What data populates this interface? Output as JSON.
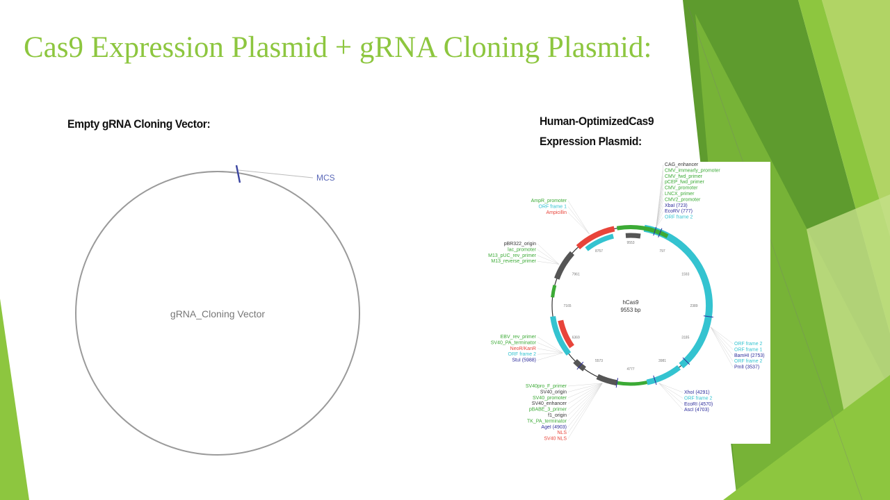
{
  "slide": {
    "title": "Cas9 Expression Plasmid + gRNA Cloning Plasmid:",
    "left_caption": "Empty gRNA Cloning Vector:",
    "right_caption_line1": "Human-OptimizedCas9",
    "right_caption_line2": "Expression Plasmid:"
  },
  "colors": {
    "title": "#8DC63F",
    "accent_green": "#8DC63F",
    "dark_green": "#5E9B2E",
    "cyan_feature": "#34C3D0",
    "red_feature": "#E8443A",
    "green_feature": "#3BAA35",
    "gray_feature": "#555555",
    "enzyme_blue": "#2B2B9B"
  },
  "empty_vector": {
    "name": "gRNA_Cloning Vector",
    "mcs_label": "MCS"
  },
  "hcas9": {
    "name": "hCas9",
    "size": "9553 bp",
    "tick_labels": [
      "9553",
      "797",
      "1593",
      "2389",
      "3185",
      "3981",
      "4777",
      "5573",
      "6369",
      "7165",
      "7961",
      "8757"
    ],
    "labels_top_right": [
      {
        "text": "CAG_enhancer",
        "color": "#333333"
      },
      {
        "text": "CMV_immearly_promoter",
        "color": "#3BAA35"
      },
      {
        "text": "CMV_fwd_primer",
        "color": "#3BAA35"
      },
      {
        "text": "pCEP_fwd_primer",
        "color": "#3BAA35"
      },
      {
        "text": "CMV_promoter",
        "color": "#3BAA35"
      },
      {
        "text": "LNCX_primer",
        "color": "#3BAA35"
      },
      {
        "text": "CMV2_promoter",
        "color": "#3BAA35"
      },
      {
        "text": "XbaI (723)",
        "color": "#2B2B9B"
      },
      {
        "text": "EcoRV (777)",
        "color": "#2B2B9B"
      },
      {
        "text": "ORF frame 2",
        "color": "#34C3D0"
      }
    ],
    "labels_top_left": [
      {
        "text": "AmpR_promoter",
        "color": "#3BAA35"
      },
      {
        "text": "ORF frame 1",
        "color": "#34C3D0"
      },
      {
        "text": "Ampicillin",
        "color": "#E8443A"
      }
    ],
    "labels_mid_left": [
      {
        "text": "pBR322_origin",
        "color": "#333333"
      },
      {
        "text": "lac_promoter",
        "color": "#3BAA35"
      },
      {
        "text": "M13_pUC_rev_primer",
        "color": "#3BAA35"
      },
      {
        "text": "M13_reverse_primer",
        "color": "#3BAA35"
      }
    ],
    "labels_lower_left": [
      {
        "text": "EBV_rev_primer",
        "color": "#3BAA35"
      },
      {
        "text": "SV40_PA_terminator",
        "color": "#3BAA35"
      },
      {
        "text": "NeoR/KanR",
        "color": "#E8443A"
      },
      {
        "text": "ORF frame 2",
        "color": "#34C3D0"
      },
      {
        "text": "StuI (5988)",
        "color": "#2B2B9B"
      }
    ],
    "labels_right": [
      {
        "text": "ORF frame 2",
        "color": "#34C3D0"
      },
      {
        "text": "ORF frame 1",
        "color": "#34C3D0"
      },
      {
        "text": "BamHI (2753)",
        "color": "#2B2B9B"
      },
      {
        "text": "ORF frame 2",
        "color": "#34C3D0"
      },
      {
        "text": "PmlI (3537)",
        "color": "#2B2B9B"
      }
    ],
    "labels_bottom_left": [
      {
        "text": "SV40pro_F_primer",
        "color": "#3BAA35"
      },
      {
        "text": "SV40_origin",
        "color": "#333333"
      },
      {
        "text": "SV40_promoter",
        "color": "#3BAA35"
      },
      {
        "text": "SV40_enhancer",
        "color": "#333333"
      },
      {
        "text": "pBABE_3_primer",
        "color": "#3BAA35"
      },
      {
        "text": "f1_origin",
        "color": "#333333"
      },
      {
        "text": "TK_PA_terminator",
        "color": "#3BAA35"
      },
      {
        "text": "AgeI (4903)",
        "color": "#2B2B9B"
      },
      {
        "text": "NLS",
        "color": "#E8443A"
      },
      {
        "text": "SV40 NLS",
        "color": "#E8443A"
      }
    ],
    "labels_bottom_right": [
      {
        "text": "XhoI (4291)",
        "color": "#2B2B9B"
      },
      {
        "text": "ORF frame 2",
        "color": "#34C3D0"
      },
      {
        "text": "EcoRI (4570)",
        "color": "#2B2B9B"
      },
      {
        "text": "AscI (4703)",
        "color": "#2B2B9B"
      }
    ]
  }
}
